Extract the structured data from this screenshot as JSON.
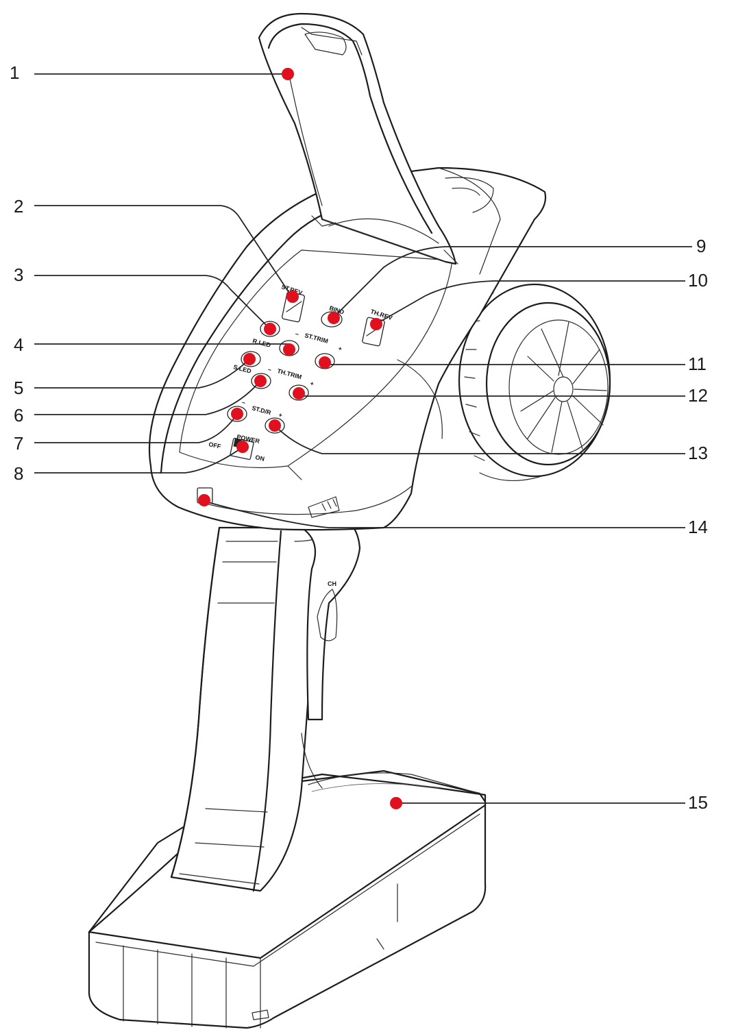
{
  "colors": {
    "marker": "#e0101e",
    "line": "#1c1c1c",
    "background": "#ffffff"
  },
  "callouts": [
    {
      "id": "1",
      "label": "1"
    },
    {
      "id": "2",
      "label": "2"
    },
    {
      "id": "3",
      "label": "3"
    },
    {
      "id": "4",
      "label": "4"
    },
    {
      "id": "5",
      "label": "5"
    },
    {
      "id": "6",
      "label": "6"
    },
    {
      "id": "7",
      "label": "7"
    },
    {
      "id": "8",
      "label": "8"
    },
    {
      "id": "9",
      "label": "9"
    },
    {
      "id": "10",
      "label": "10"
    },
    {
      "id": "11",
      "label": "11"
    },
    {
      "id": "12",
      "label": "12"
    },
    {
      "id": "13",
      "label": "13"
    },
    {
      "id": "14",
      "label": "14"
    },
    {
      "id": "15",
      "label": "15"
    }
  ],
  "panel_labels": {
    "st_rev": "ST.REV",
    "bind": "BIND",
    "th_rev": "TH.REV",
    "r_led": "R.LED",
    "st_trim": "ST.TRIM",
    "s_led": "S.LED",
    "th_trim": "TH.TRIM",
    "st_dr": "ST.D/R",
    "power": "POWER",
    "off": "OFF",
    "on": "ON",
    "minus": "−",
    "plus": "+",
    "ch": "CH"
  }
}
